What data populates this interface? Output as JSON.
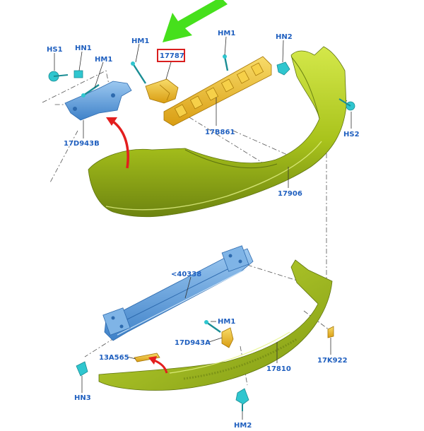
{
  "colors": {
    "bumper_green": "#a9c31c",
    "bracket_blue": "#5c9fdc",
    "part_orange": "#f1c233",
    "fastener_cyan": "#2fc6cf",
    "label_blue": "#1f5fbf",
    "arrow_red": "#e31e1e",
    "pointer_green": "#46e01c",
    "highlight_red": "#d91f1f"
  },
  "icons": {
    "highlight_pointer": "green-arrow-icon",
    "callout": "red-curved-arrow-icon"
  },
  "labels": {
    "hs1": "HS1",
    "hn1": "HN1",
    "hm1_left": "HM1",
    "hm1_top": "HM1",
    "p17787": "17787",
    "hm1_right": "HM1",
    "hn2": "HN2",
    "p17d943b": "17D943B",
    "p17b861": "17B861",
    "hs2": "HS2",
    "p17906": "17906",
    "p40338": "<40338",
    "hm1_lower": "HM1",
    "p17d943a": "17D943A",
    "p13a565": "13A565",
    "p17810": "17810",
    "p17k922": "17K922",
    "hn3": "HN3",
    "hm2": "HM2"
  }
}
